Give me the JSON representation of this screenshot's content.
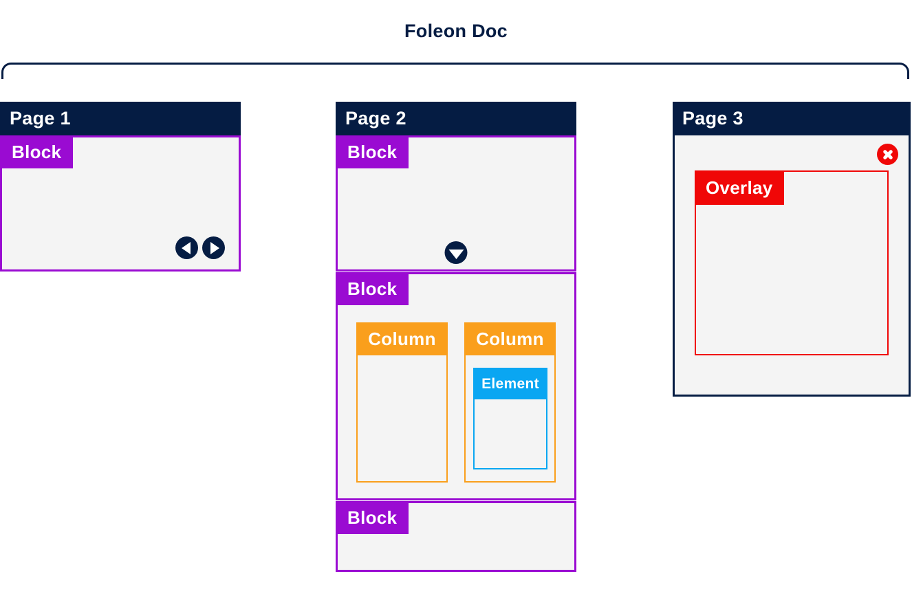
{
  "title": "Foleon Doc",
  "colors": {
    "navy": "#051C43",
    "purple": "#9A0BD2",
    "orange": "#FA9F1C",
    "blue": "#0AA6F2",
    "red": "#F00707",
    "panel_bg": "#F4F4F4"
  },
  "page1": {
    "label": "Page 1",
    "block": {
      "label": "Block"
    }
  },
  "page2": {
    "label": "Page 2",
    "blocks": [
      {
        "label": "Block"
      },
      {
        "label": "Block"
      },
      {
        "label": "Block"
      }
    ],
    "columns": [
      {
        "label": "Column"
      },
      {
        "label": "Column"
      }
    ],
    "element": {
      "label": "Element"
    }
  },
  "page3": {
    "label": "Page 3",
    "overlay": {
      "label": "Overlay"
    }
  },
  "icons": {
    "prev": "arrow-left-icon",
    "next": "arrow-right-icon",
    "scroll_down": "arrow-down-icon",
    "close": "close-icon"
  }
}
